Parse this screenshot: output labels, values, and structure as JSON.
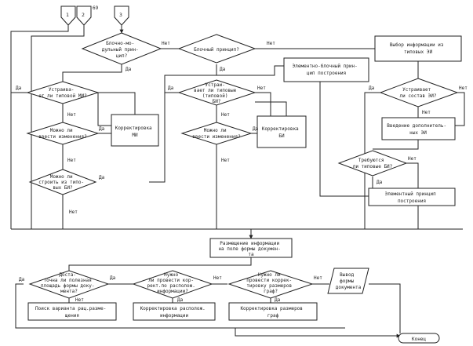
{
  "connectors": {
    "c1": "1",
    "c2": "2",
    "c3": "3",
    "c_note": "69"
  },
  "decisions": {
    "block_modular": [
      "Блочно-мо-",
      "дульный прин-",
      "цип?"
    ],
    "block_principle": [
      "Блочный принцип?"
    ],
    "satisfies_mi": [
      "Устраива-",
      "ет ли типовой МИ?"
    ],
    "can_change_1": [
      "Можно ли",
      "ввести изменения?"
    ],
    "can_build": [
      "Можно ли",
      "строить из типо-",
      "вых БИ?"
    ],
    "satisfies_bi": [
      "Устраи-",
      "вает ли типовые",
      "(типовой)",
      "БИ?"
    ],
    "can_change_2": [
      "Можно ли",
      "ввести изменения?"
    ],
    "satisfies_ei": [
      "Устраивает",
      "ли состав ЭИ?"
    ],
    "typical_bi": [
      "Требуются",
      "ли типовые БИ?"
    ],
    "area_enough": [
      "Доста-",
      "точна ли полезная",
      "площадь формы доку-",
      "мента?"
    ],
    "need_correct": [
      "Нужно",
      "ли провести кор-",
      "рект.по располож.",
      "информации?"
    ],
    "need_resize": [
      "Нужно ли",
      "провести коррек-",
      "тировку размеров",
      "граф?"
    ]
  },
  "processes": {
    "select_ei": [
      "Выбор информации из",
      "типовых ЭИ"
    ],
    "element_block": [
      "Элементно-блочный прин-",
      "цип построения"
    ],
    "correct_mi": [
      "Корректировка",
      "МИ"
    ],
    "correct_bi": [
      "Корректировка",
      "БИ"
    ],
    "add_ei": [
      "Введение дополнитель-",
      "ных ЭИ"
    ],
    "element_principle": [
      "Элементный принцип",
      "построения"
    ],
    "place_info": [
      "Размещение информации",
      "на поле формы докумен-",
      "та"
    ],
    "search_variant": [
      "Поиск варианта рац.разме-",
      "щения"
    ],
    "correct_layout": [
      "Корректировка располож.",
      "информации"
    ],
    "correct_sizes": [
      "Корректировка размеров",
      "граф"
    ]
  },
  "io": {
    "output_doc": [
      "Вывод",
      "формы",
      "документа"
    ]
  },
  "terminal": {
    "end": "Конец"
  },
  "edge_labels": {
    "yes": "Да",
    "no": "Нет"
  }
}
